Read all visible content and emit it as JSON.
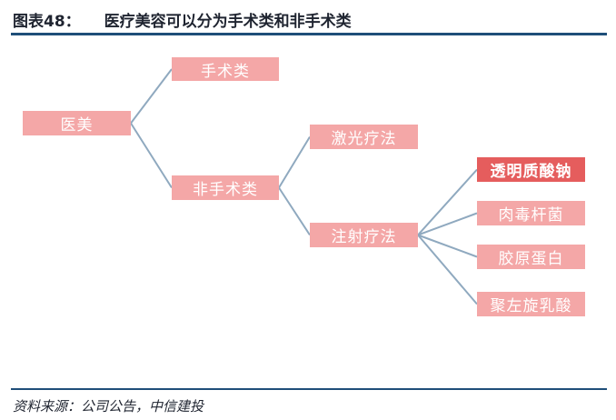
{
  "header": {
    "label": "图表48：",
    "title": "医疗美容可以分为手术类和非手术类"
  },
  "source": "资料来源：公司公告，中信建投",
  "colors": {
    "node": "#f4a7a7",
    "node_highlight": "#e55d5d",
    "line": "#8fa9bf",
    "rule": "#1f4e79"
  },
  "nodes": {
    "root": "医美",
    "surgical": "手术类",
    "non_surgical": "非手术类",
    "laser": "激光疗法",
    "injection": "注射疗法",
    "hyaluronate": "透明质酸钠",
    "botulinum": "肉毒杆菌",
    "collagen": "胶原蛋白",
    "plla": "聚左旋乳酸"
  }
}
